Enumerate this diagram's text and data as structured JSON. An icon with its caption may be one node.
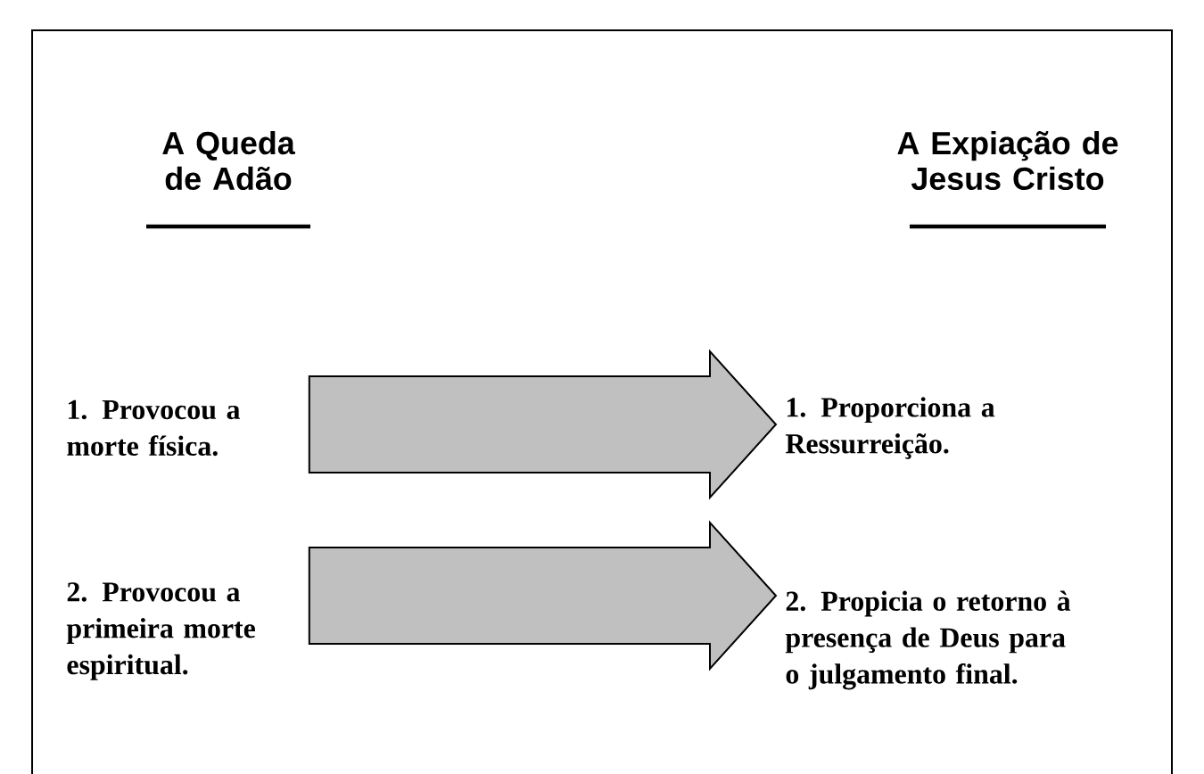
{
  "diagram": {
    "nodes": [
      {
        "text": [
          "1. Provocou a morte física."
        ]
      },
      {
        "text": [
          "2. Provocou a primeira morte espiritual."
        ]
      },
      {
        "text": [
          "1. Proporciona a Ressurreição."
        ]
      },
      {
        "text": [
          "2. Propicia o retorno à presença de Deus para o julgamento final."
        ]
      }
    ],
    "edges": [
      {
        "from": 0,
        "to": 2,
        "arrow": "to"
      },
      {
        "from": 1,
        "to": 3,
        "arrow": "to"
      }
    ],
    "labels": [
      "A Queda de Adão",
      "A Expiação de Jesus Cristo"
    ]
  }
}
